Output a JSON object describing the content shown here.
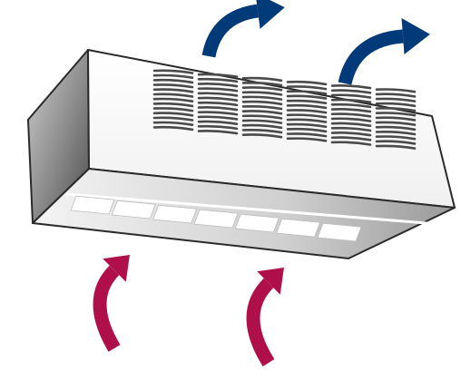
{
  "figure": {
    "subject": "ceiling-air-unit",
    "colors": {
      "outflow_arrow": "#003a78",
      "inflow_arrow": "#b0104a",
      "outline": "#2a2a2a",
      "top_face": "#ffffff",
      "front_face_light": "#f2f2f2",
      "front_face_dark": "#9a9a9a",
      "side_face_light": "#c8c8c8",
      "side_face_dark": "#5a5a5a",
      "grille_slat": "#4a4a4a",
      "outlet_panel": "#ffffff"
    },
    "icons": {
      "outflow": "curved-arrow-up-right-icon",
      "inflow": "curved-arrow-up-right-icon"
    },
    "arrows": {
      "outflow_count": 2,
      "inflow_count": 2
    },
    "grille": {
      "blocks": 6,
      "slats_per_block": 13
    },
    "outlets": {
      "count": 7
    }
  }
}
